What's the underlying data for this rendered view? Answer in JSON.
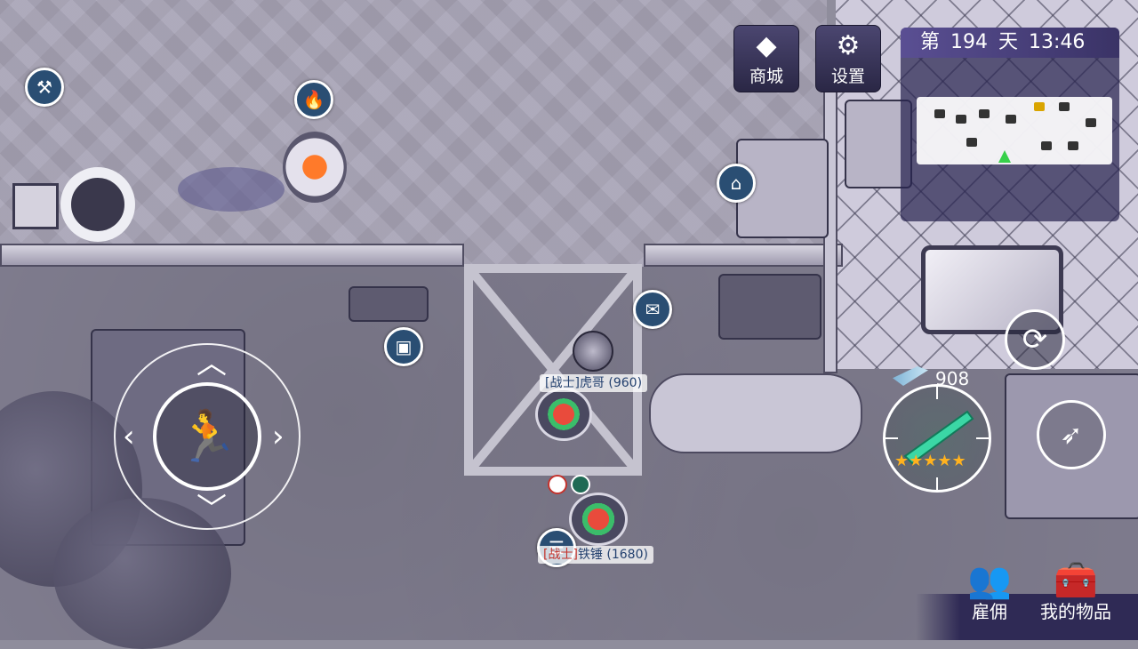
{
  "top_buttons": {
    "shop": {
      "label": "商城",
      "icon": "diamond-icon"
    },
    "settings": {
      "label": "设置",
      "icon": "gear-icon"
    }
  },
  "minimap": {
    "day_prefix": "第",
    "day": "194",
    "day_suffix": "天",
    "time": "13:46"
  },
  "characters": [
    {
      "role": "[战士]",
      "name": "虎哥",
      "power": "(960)"
    },
    {
      "role": "[战士]",
      "name": "铁锤",
      "power": "(1680)"
    }
  ],
  "weapon": {
    "ammo": "908",
    "stars": "★★★★★",
    "star_count": 5
  },
  "bottom_buttons": {
    "hire": {
      "label": "雇佣",
      "icon": "people-icon"
    },
    "items": {
      "label": "我的物品",
      "icon": "chest-icon"
    }
  },
  "map_markers": [
    "workshop-icon",
    "campfire-icon",
    "doghouse-icon",
    "mail-icon",
    "save-icon",
    "crate-icon"
  ]
}
